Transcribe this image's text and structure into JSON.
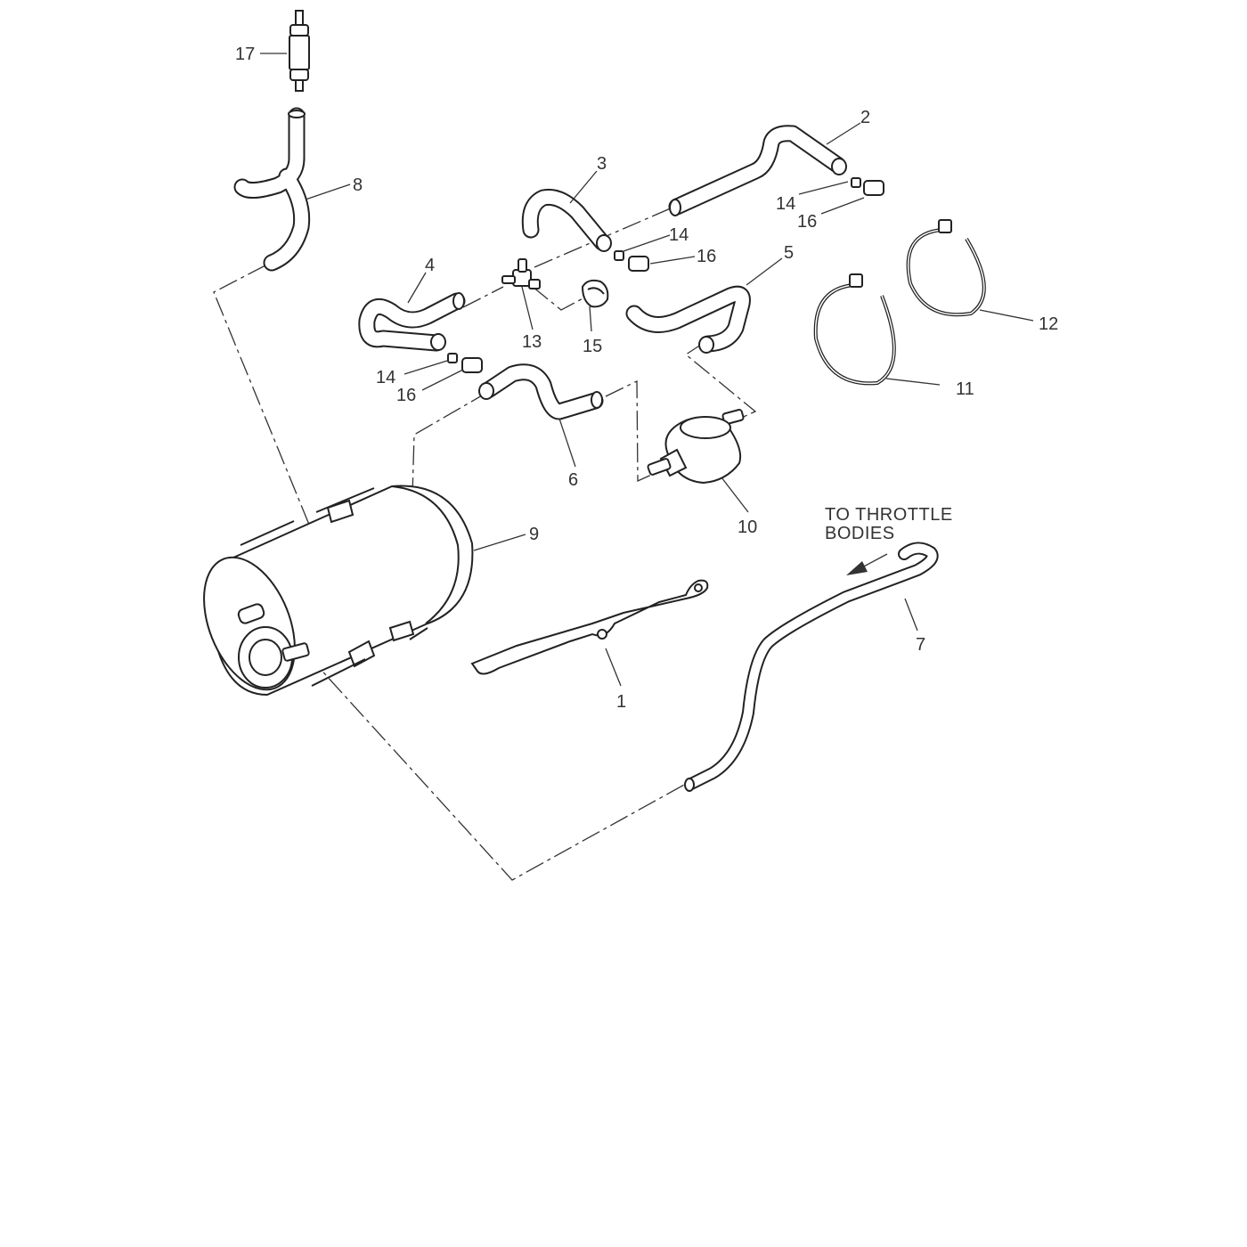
{
  "callouts": [
    {
      "id": "p1",
      "text": "1"
    },
    {
      "id": "p2",
      "text": "2"
    },
    {
      "id": "p3",
      "text": "3"
    },
    {
      "id": "p4",
      "text": "4"
    },
    {
      "id": "p5",
      "text": "5"
    },
    {
      "id": "p6",
      "text": "6"
    },
    {
      "id": "p7",
      "text": "7"
    },
    {
      "id": "p8",
      "text": "8"
    },
    {
      "id": "p9",
      "text": "9"
    },
    {
      "id": "p10",
      "text": "10"
    },
    {
      "id": "p11",
      "text": "11"
    },
    {
      "id": "p12",
      "text": "12"
    },
    {
      "id": "p13",
      "text": "13"
    },
    {
      "id": "p14a",
      "text": "14"
    },
    {
      "id": "p14b",
      "text": "14"
    },
    {
      "id": "p14c",
      "text": "14"
    },
    {
      "id": "p15",
      "text": "15"
    },
    {
      "id": "p16a",
      "text": "16"
    },
    {
      "id": "p16b",
      "text": "16"
    },
    {
      "id": "p16c",
      "text": "16"
    },
    {
      "id": "p17",
      "text": "17"
    }
  ],
  "annotation": {
    "line1": "TO THROTTLE",
    "line2": "BODIES"
  }
}
